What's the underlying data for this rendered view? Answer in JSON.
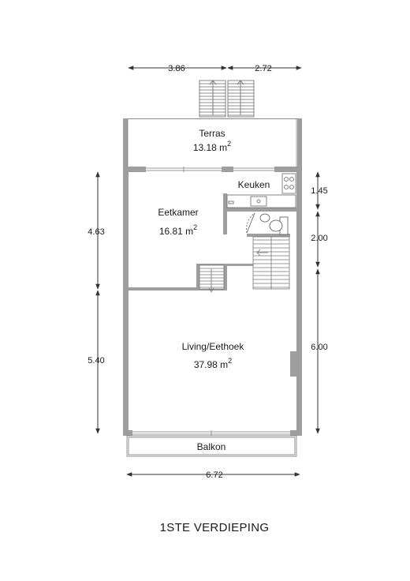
{
  "floor_title": "1STE VERDIEPING",
  "rooms": {
    "terras": {
      "name": "Terras",
      "area": "13.18 m",
      "unit_sup": "2"
    },
    "eetkamer": {
      "name": "Eetkamer",
      "area": "16.81 m",
      "unit_sup": "2"
    },
    "keuken": {
      "name": "Keuken"
    },
    "living": {
      "name": "Living/Eethoek",
      "area": "37.98 m",
      "unit_sup": "2"
    },
    "balkon": {
      "name": "Balkon"
    }
  },
  "dimensions": {
    "top_left": "3.86",
    "top_right": "2.72",
    "left_upper": "4.63",
    "left_lower": "5.40",
    "right_1": "1.45",
    "right_2": "2.00",
    "right_3": "6.00",
    "bottom": "6.72"
  },
  "colors": {
    "wall": "#9e9e9e",
    "line": "#4a4a4a",
    "text": "#1a1a1a"
  }
}
